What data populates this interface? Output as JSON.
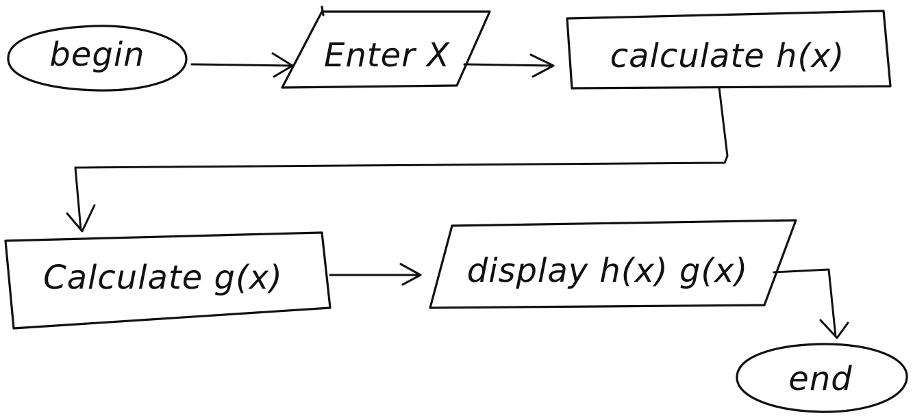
{
  "diagram": {
    "type": "flowchart",
    "nodes": [
      {
        "id": "begin",
        "shape": "terminator",
        "label": "begin"
      },
      {
        "id": "enter",
        "shape": "input-output",
        "label": "Enter X"
      },
      {
        "id": "calc-h",
        "shape": "process",
        "label": "calculate h(x)"
      },
      {
        "id": "calc-g",
        "shape": "process",
        "label": "Calculate g(x)"
      },
      {
        "id": "display",
        "shape": "input-output",
        "label": "display h(x) g(x)"
      },
      {
        "id": "end",
        "shape": "terminator",
        "label": "end"
      }
    ],
    "edges": [
      {
        "from": "begin",
        "to": "enter"
      },
      {
        "from": "enter",
        "to": "calc-h"
      },
      {
        "from": "calc-h",
        "to": "calc-g"
      },
      {
        "from": "calc-g",
        "to": "display"
      },
      {
        "from": "display",
        "to": "end"
      }
    ]
  }
}
